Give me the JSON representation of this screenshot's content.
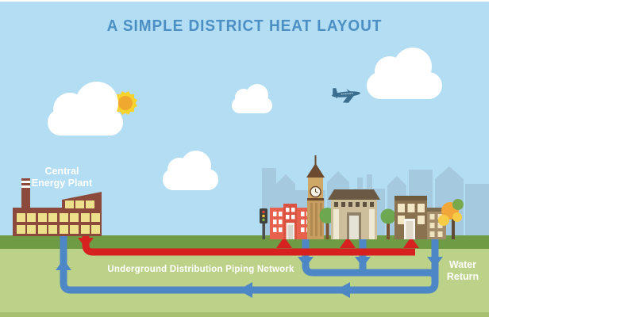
{
  "title": {
    "text": "A SIMPLE DISTRICT HEAT LAYOUT",
    "color": "#4C8FC5"
  },
  "labels": {
    "color": "#FFFFFF",
    "plant_line1": "Central",
    "plant_line2": "Energy Plant",
    "network": "Underground Distribution Piping Network",
    "water_return_line1": "Water",
    "water_return_line2": "Return"
  },
  "scene": {
    "sky_color": "#B3DDF2",
    "cloud_color": "#FFFFFF",
    "skyline_color": "#A5CADF",
    "sun": {
      "ray_color": "#F6D32F",
      "core_color": "#F0A82F"
    },
    "plane_color": "#3A6E8E",
    "ground": {
      "grass_color": "#6E9B44",
      "underground_color": "#BDD289",
      "bottom_strip_color": "#A6BF70"
    }
  },
  "plant": {
    "building_color": "#8B4A3B",
    "window_color": "#EDE08A"
  },
  "pipes": {
    "supply": {
      "color": "#D6211F",
      "flow": "down from plant, right to city, up into buildings"
    },
    "return": {
      "color": "#4E87C5",
      "flow": "down from buildings, left along bottom, up into plant"
    }
  },
  "city": {
    "red_building_color": "#E8614D",
    "clock_tower_color": "#C79E5F",
    "classical_building_color": "#CDBF9C",
    "brown_building_color": "#8A7150",
    "small_building_color": "#A38C69",
    "tree_color": "#6BA84F",
    "autumn_tree_colors": [
      "#F2A738",
      "#F6CB45"
    ]
  }
}
